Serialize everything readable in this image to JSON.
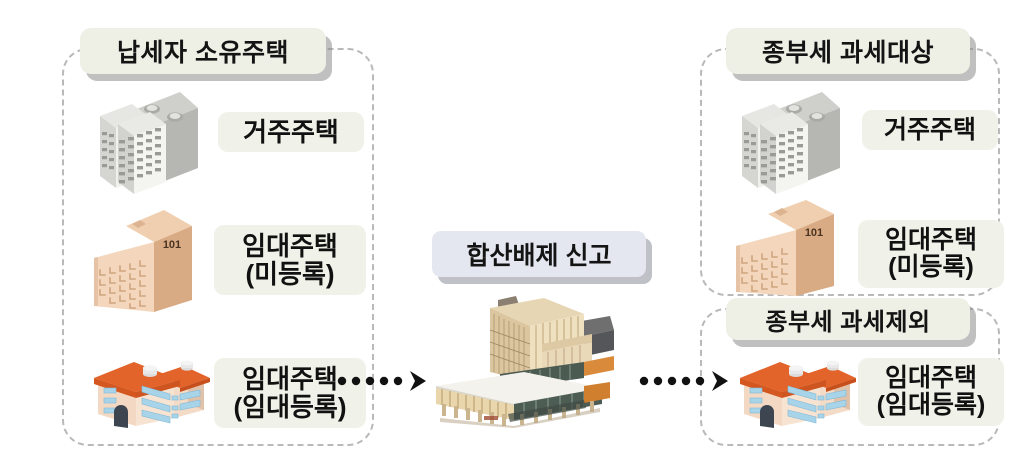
{
  "diagram": {
    "title_left": "납세자 소유주택",
    "title_right_taxable": "종부세 과세대상",
    "title_right_exempt": "종부세 과세제외",
    "center_label": "합산배제 신고"
  },
  "left_column": {
    "items": [
      {
        "line1": "거주주택",
        "line2": "",
        "icon": "gray-apartment-icon"
      },
      {
        "line1": "임대주택",
        "line2": "(미등록)",
        "icon": "beige-apartment-101-icon"
      },
      {
        "line1": "임대주택",
        "line2": "(임대등록)",
        "icon": "red-roof-villa-icon"
      }
    ]
  },
  "right_taxable": {
    "items": [
      {
        "line1": "거주주택",
        "line2": "",
        "icon": "gray-apartment-icon"
      },
      {
        "line1": "임대주택",
        "line2": "(미등록)",
        "icon": "beige-apartment-101-icon"
      }
    ]
  },
  "right_exempt": {
    "items": [
      {
        "line1": "임대주택",
        "line2": "(임대등록)",
        "icon": "red-roof-villa-icon"
      }
    ]
  },
  "center": {
    "building_icon": "government-tax-office-building",
    "label": "합산배제 신고"
  },
  "arrows": {
    "left_arrow": "dotted-arrow-right",
    "right_arrow": "dotted-arrow-right",
    "dot_count": 5
  },
  "building_text": {
    "apartment_number": "101"
  },
  "colors": {
    "chip_bg": "#eef0e6",
    "center_chip_bg": "#e4e7ef",
    "label_bg": "#f0f1e8",
    "panel_border": "#b9b9b9",
    "text": "#141414",
    "gray_building": "#d9d9d6",
    "beige_building": "#e7c3a2",
    "roof_red": "#e3642a",
    "window_blue": "#a8d4ea",
    "office_tan": "#e4c896"
  }
}
